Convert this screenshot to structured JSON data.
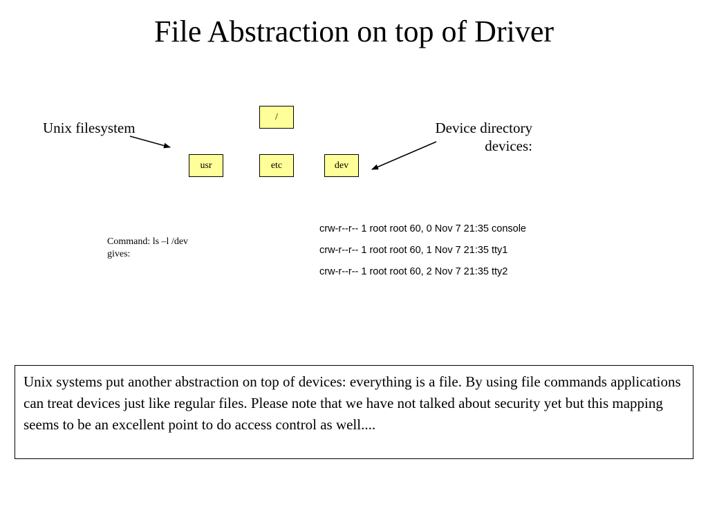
{
  "title": "File Abstraction on top of Driver",
  "tree": {
    "root": "/",
    "children": [
      "usr",
      "etc",
      "dev"
    ]
  },
  "labels": {
    "left": "Unix filesystem",
    "right_line1": "Device directory",
    "right_line2": "devices:"
  },
  "command": {
    "line1": "Command: ls –l /dev",
    "line2": "gives:"
  },
  "listing": [
    "crw-r--r-- 1 root root 60, 0 Nov 7 21:35 console",
    "crw-r--r-- 1 root root 60, 1 Nov 7 21:35 tty1",
    "crw-r--r-- 1 root root 60, 2 Nov 7 21:35 tty2"
  ],
  "note": "Unix systems put another abstraction on top of devices: everything is a file. By using file commands applications can treat devices just like regular files. Please note that we have not talked about security yet but this mapping seems to be an excellent point to do access control as well....",
  "colors": {
    "node_fill": "#ffff99",
    "stroke": "#000000"
  }
}
